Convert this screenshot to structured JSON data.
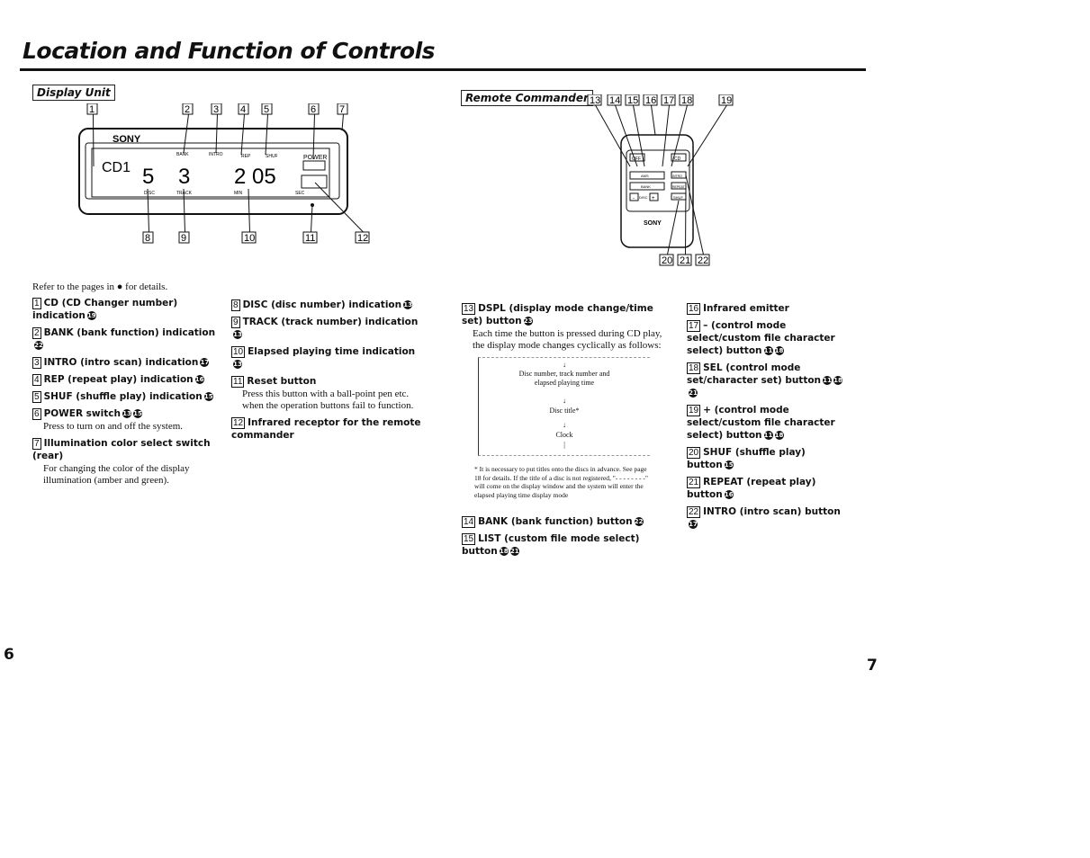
{
  "title": "Location and Function of Controls",
  "display_unit": {
    "heading": "Display Unit",
    "brand": "SONY",
    "lcd": {
      "cd": "CD1",
      "disc": "5",
      "track": "3",
      "time": "2 05",
      "bank": "BANK",
      "intro": "INTRO",
      "rep": "REP",
      "shuf": "SHUF",
      "disc_label": "DISC",
      "track_label": "TRACK",
      "min": "MIN",
      "sec": "SEC",
      "power": "POWER"
    },
    "callouts": [
      "1",
      "2",
      "3",
      "4",
      "5",
      "6",
      "7",
      "8",
      "9",
      "10",
      "11",
      "12"
    ]
  },
  "remote": {
    "heading": "Remote Commander",
    "brand": "SONY",
    "buttons": {
      "off": "OFF",
      "cd": "CD",
      "ams": "AMS",
      "bank": "BANK",
      "disc": "DISC",
      "minus": "-",
      "plus": "+",
      "shuf": "SHUF",
      "repeat": "REPEAT",
      "intro": "INTRO"
    },
    "callouts": [
      "13",
      "14",
      "15",
      "16",
      "17",
      "18",
      "19",
      "20",
      "21",
      "22"
    ]
  },
  "intro_text": "Refer to the pages in ● for details.",
  "left_items": [
    {
      "num": "1",
      "label": "CD (CD Changer number) indication",
      "refs": [
        "19"
      ]
    },
    {
      "num": "2",
      "label": "BANK (bank function) indication",
      "refs": [
        "22"
      ]
    },
    {
      "num": "3",
      "label": "INTRO (intro scan) indication",
      "refs": [
        "17"
      ]
    },
    {
      "num": "4",
      "label": "REP (repeat play) indication",
      "refs": [
        "16"
      ]
    },
    {
      "num": "5",
      "label": "SHUF (shuffle play) indication",
      "refs": [
        "15"
      ]
    },
    {
      "num": "6",
      "label": "POWER switch",
      "refs": [
        "13",
        "15"
      ],
      "desc": "Press to turn on and off the system."
    },
    {
      "num": "7",
      "label": "Illumination color select switch (rear)",
      "refs": [],
      "desc": "For changing the color of the display illumination (amber and green)."
    }
  ],
  "mid_items": [
    {
      "num": "8",
      "label": "DISC (disc number) indication",
      "refs": [
        "13"
      ]
    },
    {
      "num": "9",
      "label": "TRACK (track number) indication",
      "refs": [
        "13"
      ]
    },
    {
      "num": "10",
      "label": "Elapsed playing time indication",
      "refs": [
        "13"
      ]
    },
    {
      "num": "11",
      "label": "Reset button",
      "refs": [],
      "desc": "Press this button with a ball-point pen etc. when the operation buttons fail to function."
    },
    {
      "num": "12",
      "label": "Infrared receptor for the remote commander",
      "refs": []
    }
  ],
  "dspl": {
    "num": "13",
    "label": "DSPL (display mode change/time set) button",
    "refs": [
      "23"
    ],
    "desc": "Each time the button is pressed during CD play, the display mode changes cyclically as follows:",
    "cycle": [
      "Disc number, track number and elapsed playing time",
      "Disc title*",
      "Clock"
    ],
    "footnote": "* It is necessary to put titles onto the discs in advance. See page 18 for details. If the title of a disc is not registered, \"- - - - - - - -\" will come on the display window and the system will enter the elapsed playing time display mode"
  },
  "rc_items_a": [
    {
      "num": "14",
      "label": "BANK (bank function) button",
      "refs": [
        "22"
      ]
    },
    {
      "num": "15",
      "label": "LIST (custom file mode select) button",
      "refs": [
        "18",
        "21"
      ]
    }
  ],
  "rc_items_b": [
    {
      "num": "16",
      "label": "Infrared emitter",
      "refs": []
    },
    {
      "num": "17",
      "label": "– (control mode select/custom file character select) button",
      "refs": [
        "11",
        "18"
      ]
    },
    {
      "num": "18",
      "label": "SEL (control mode set/character set) button",
      "refs": [
        "11",
        "18",
        "21"
      ]
    },
    {
      "num": "19",
      "label": "+ (control mode select/custom file character select) button",
      "refs": [
        "11",
        "18"
      ]
    },
    {
      "num": "20",
      "label": "SHUF (shuffle play) button",
      "refs": [
        "15"
      ]
    },
    {
      "num": "21",
      "label": "REPEAT (repeat play) button",
      "refs": [
        "16"
      ]
    },
    {
      "num": "22",
      "label": "INTRO (intro scan) button",
      "refs": [
        "17"
      ]
    }
  ],
  "page_left": "6",
  "page_right": "7"
}
